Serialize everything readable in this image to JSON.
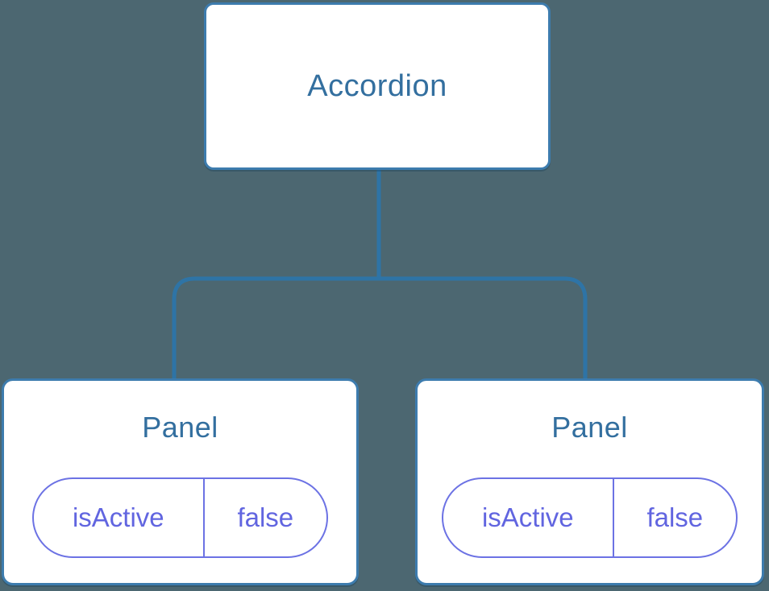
{
  "diagram": {
    "type": "component-tree",
    "root": {
      "label": "Accordion"
    },
    "children": [
      {
        "label": "Panel",
        "state": [
          {
            "key": "isActive",
            "value": "false"
          }
        ]
      },
      {
        "label": "Panel",
        "state": [
          {
            "key": "isActive",
            "value": "false"
          }
        ]
      }
    ]
  },
  "colors": {
    "background": "#4C6771",
    "box_fill": "#FFFFFF",
    "box_border": "#3D7CAE",
    "connector": "#2E74A6",
    "heading_text": "#336F9F",
    "pill_border": "#6C72E4",
    "pill_text": "#6165E0"
  }
}
